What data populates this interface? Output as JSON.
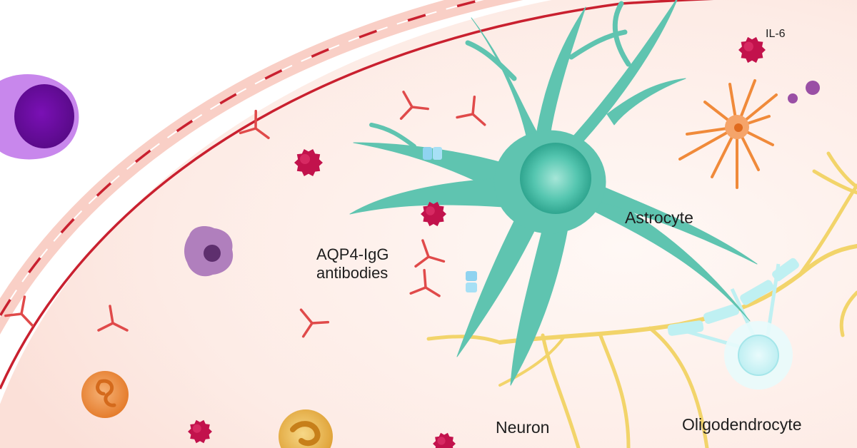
{
  "labels": {
    "il6": "IL-6",
    "astrocyte": "Astrocyte",
    "antibodies_line1": "AQP4-IgG",
    "antibodies_line2": "antibodies",
    "neuron": "Neuron",
    "oligodendrocyte": "Oligodendrocyte"
  },
  "colors": {
    "vessel_wall": "#f9cfc6",
    "vessel_line": "#c9202f",
    "astrocyte": "#5fc4b0",
    "astrocyte_nucleus": "#3fb59f",
    "neuron": "#f2d46a",
    "oligodendrocyte": "#bff0f2",
    "antibody": "#e04a4a",
    "cytokine": "#c2124c",
    "microglia": "#f08a3a",
    "lymphocyte": "#9b2fd0",
    "aqp4_channel": "#8fd3f0",
    "macrophage": "#9a5ba6",
    "neutrophil": "#ef9a4a",
    "eosinophil": "#e6b654"
  }
}
